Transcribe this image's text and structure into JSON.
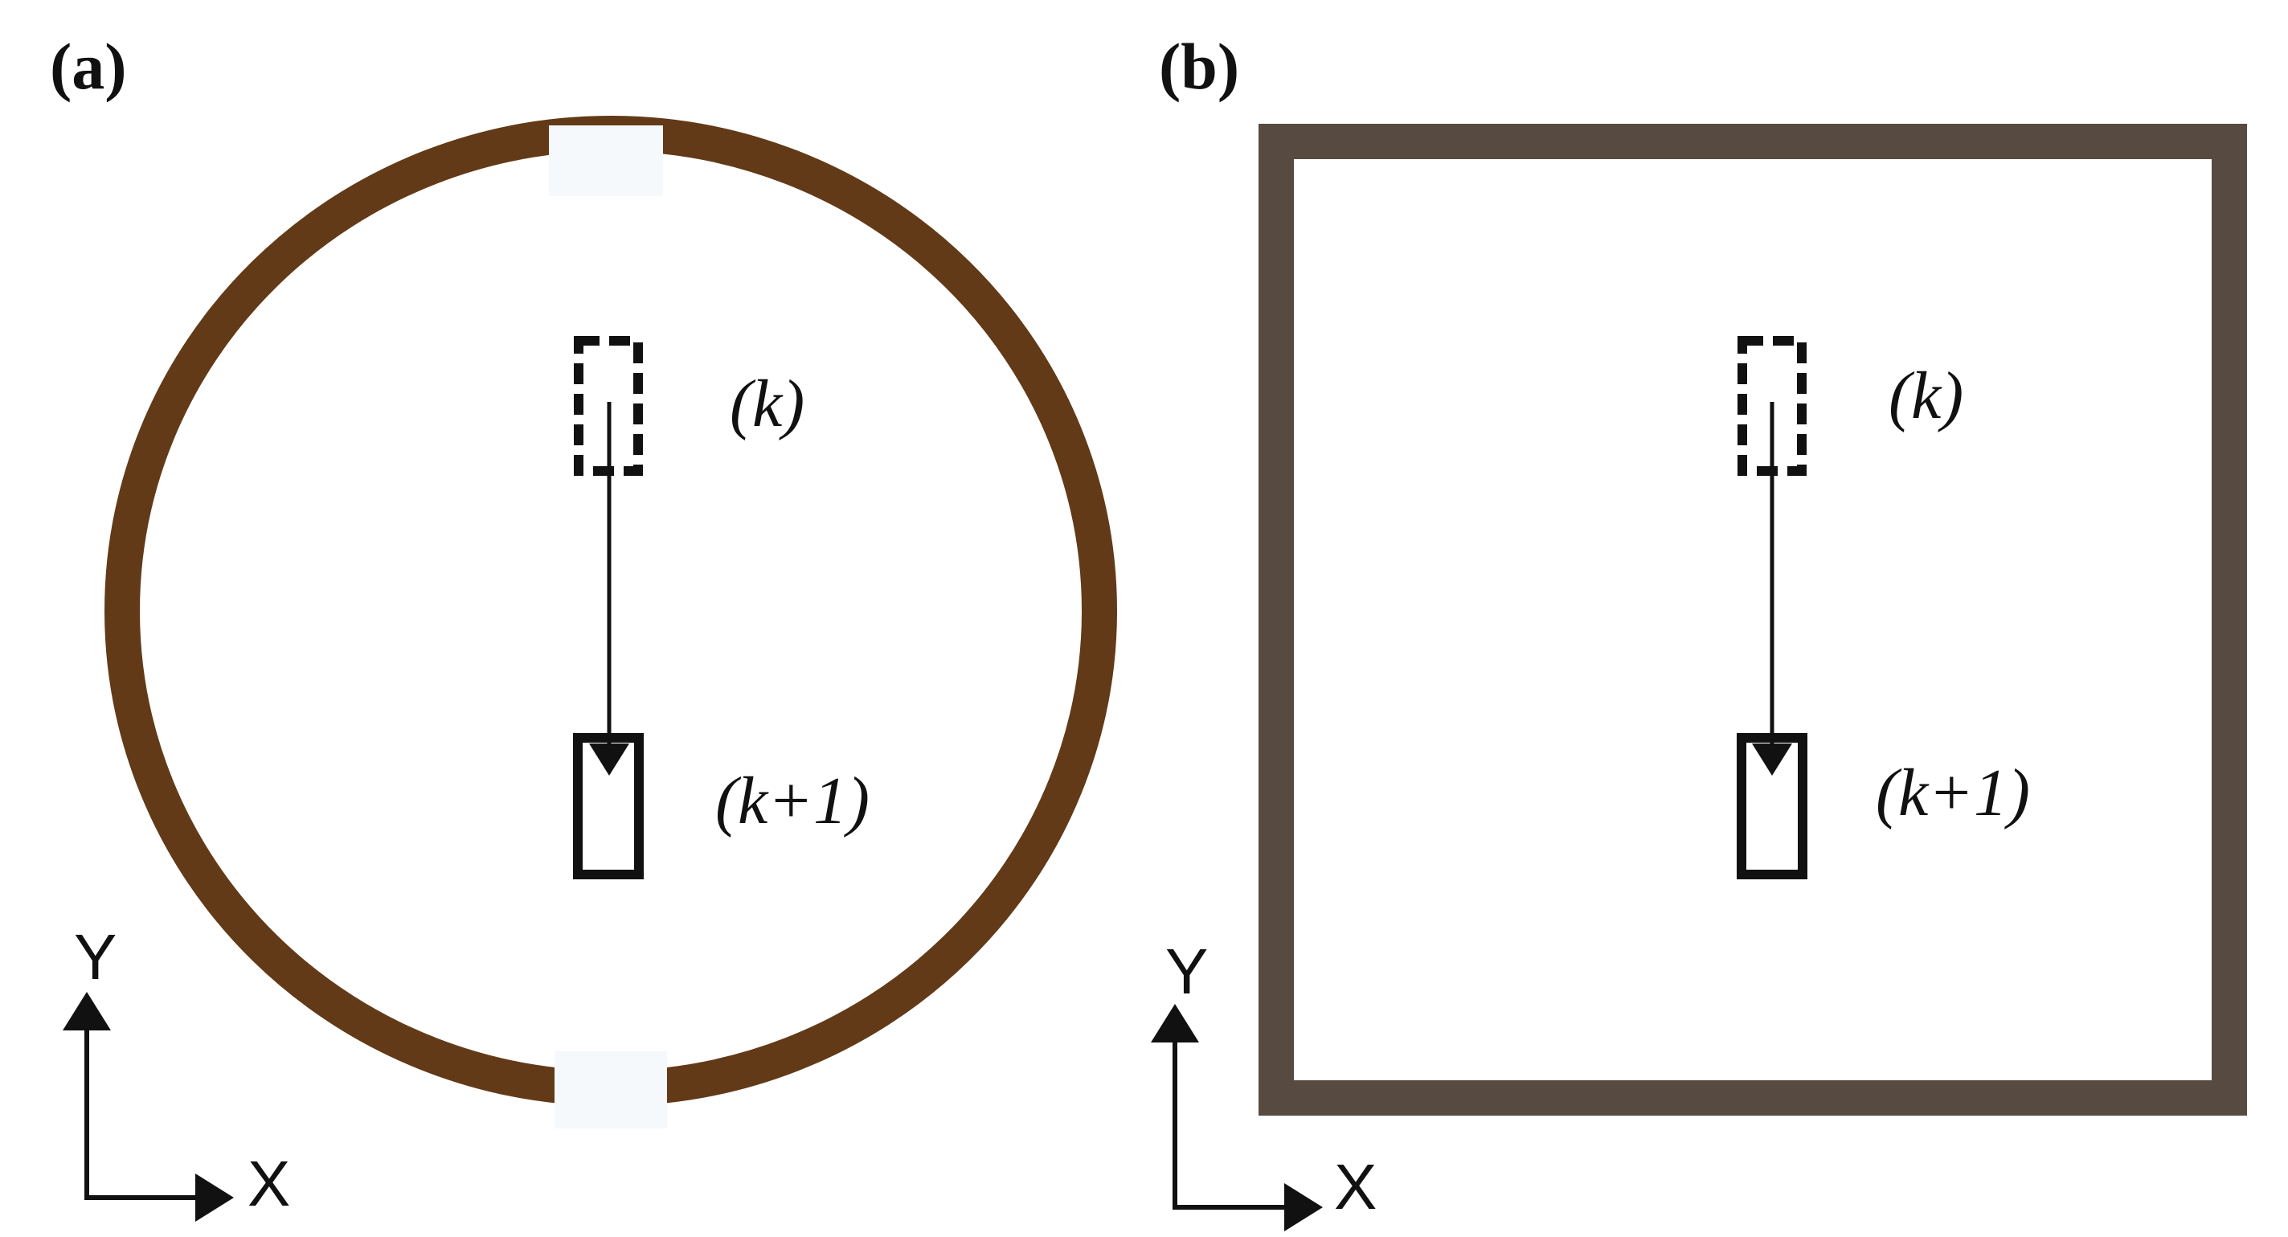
{
  "panels": {
    "a": {
      "label": "(a)",
      "boundary_shape": "circle-with-two-gaps",
      "state_k": "(k)",
      "state_k1": "(k+1)",
      "axis_x": "X",
      "axis_y": "Y"
    },
    "b": {
      "label": "(b)",
      "boundary_shape": "square",
      "state_k": "(k)",
      "state_k1": "(k+1)",
      "axis_x": "X",
      "axis_y": "Y"
    }
  },
  "colors": {
    "ring": "#623a17",
    "square": "#574a40",
    "gap": "#f5f9fc",
    "ink": "#111111"
  }
}
